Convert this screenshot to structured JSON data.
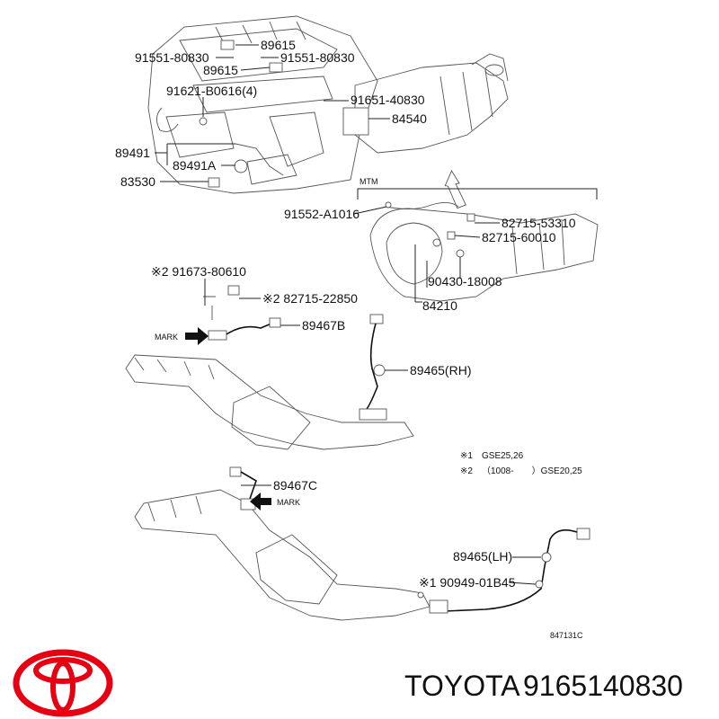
{
  "brand": {
    "name": "TOYOTA",
    "part_number": "9165140830",
    "logo_color": "#e60012"
  },
  "diagram": {
    "code": "847131C",
    "box_label": "MTM",
    "mark_label": "MARK",
    "notes": [
      {
        "mark": "※1",
        "text": "GSE25,26"
      },
      {
        "mark": "※2",
        "text": "（1008-　　）GSE20,25"
      }
    ],
    "parts": {
      "p89615a": "89615",
      "p91551a": "91551-80830",
      "p91551b": "91551-80830",
      "p89615b": "89615",
      "p91621": "91621-B0616(4)",
      "p91651": "91651-40830",
      "p84540": "84540",
      "p89491": "89491",
      "p89491A": "89491A",
      "p83530": "83530",
      "p91552": "91552-A1016",
      "p82715a": "82715-53310",
      "p82715b": "82715-60010",
      "p90430": "90430-18008",
      "p84210": "84210",
      "p91673": "※2 91673-80610",
      "p82715c": "※2  82715-22850",
      "p89467B": "89467B",
      "p89465RH": "89465(RH)",
      "p89467C": "89467C",
      "p89465LH": "89465(LH)",
      "p90949": "※1  90949-01B45"
    }
  }
}
